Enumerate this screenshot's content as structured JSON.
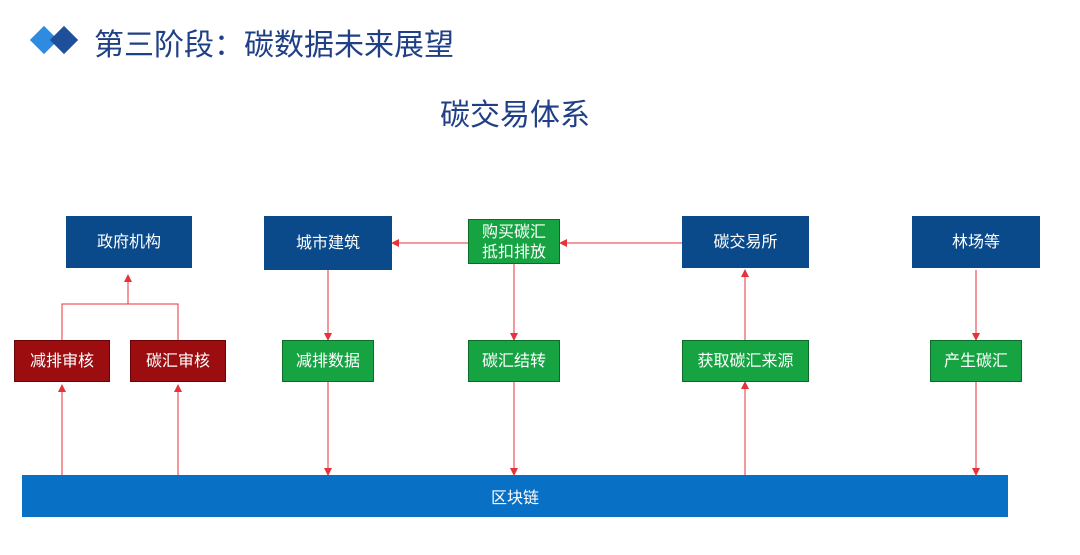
{
  "header": {
    "title": "第三阶段：碳数据未来展望"
  },
  "diagram": {
    "title": "碳交易体系",
    "top_boxes": {
      "government": "政府机构",
      "city_buildings": "城市建筑",
      "purchase_offset": "购买碳汇\n抵扣排放",
      "exchange": "碳交易所",
      "forest": "林场等"
    },
    "mid_boxes": {
      "reduction_audit": "减排审核",
      "sink_audit": "碳汇审核",
      "reduction_data": "减排数据",
      "sink_transfer": "碳汇结转",
      "acquire_sink_source": "获取碳汇来源",
      "produce_sink": "产生碳汇"
    },
    "blockchain": "区块链"
  },
  "colors": {
    "blue": "#0b4a8a",
    "green": "#16a443",
    "red": "#9c0d10",
    "chain": "#0870c5",
    "arrow": "#e8323a",
    "title": "#1f3f86"
  }
}
